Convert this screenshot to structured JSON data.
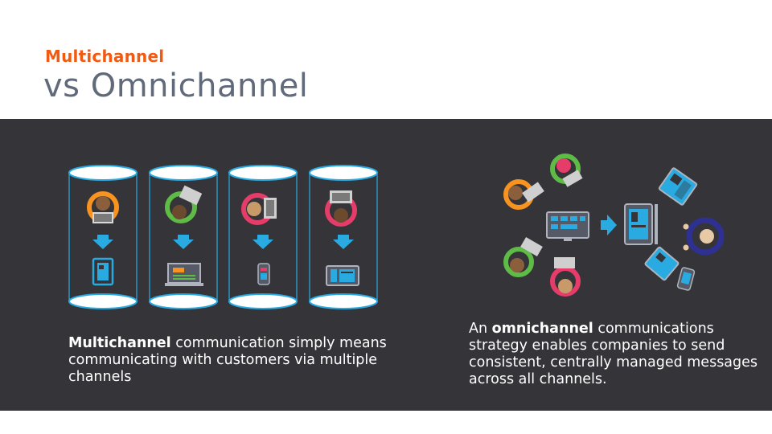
{
  "heading": {
    "eyebrow": "Multichannel",
    "title": "vs Omnichannel"
  },
  "left_caption": {
    "bold": "Multichannel",
    "rest": " communication simply means communicating with customers via multiple channels"
  },
  "right_caption": {
    "prefix": "An ",
    "bold": "omnichannel",
    "rest": " communications strategy enables companies to send consistent, centrally managed messages across all channels."
  },
  "colors": {
    "accent": "#f15a12",
    "title_gray": "#616a7a",
    "band": "#343439",
    "cyan": "#29abe2",
    "orange": "#f7931e",
    "green": "#5dbb46",
    "pink": "#e63c6a",
    "navy": "#2e3192"
  },
  "icons": {
    "channel_devices": [
      "tablet-icon",
      "laptop-icon",
      "smartphone-icon",
      "tablet-landscape-icon"
    ],
    "omni_devices": [
      "tablet-icon",
      "tablet-tilted-icon",
      "smartphone-icon"
    ]
  }
}
